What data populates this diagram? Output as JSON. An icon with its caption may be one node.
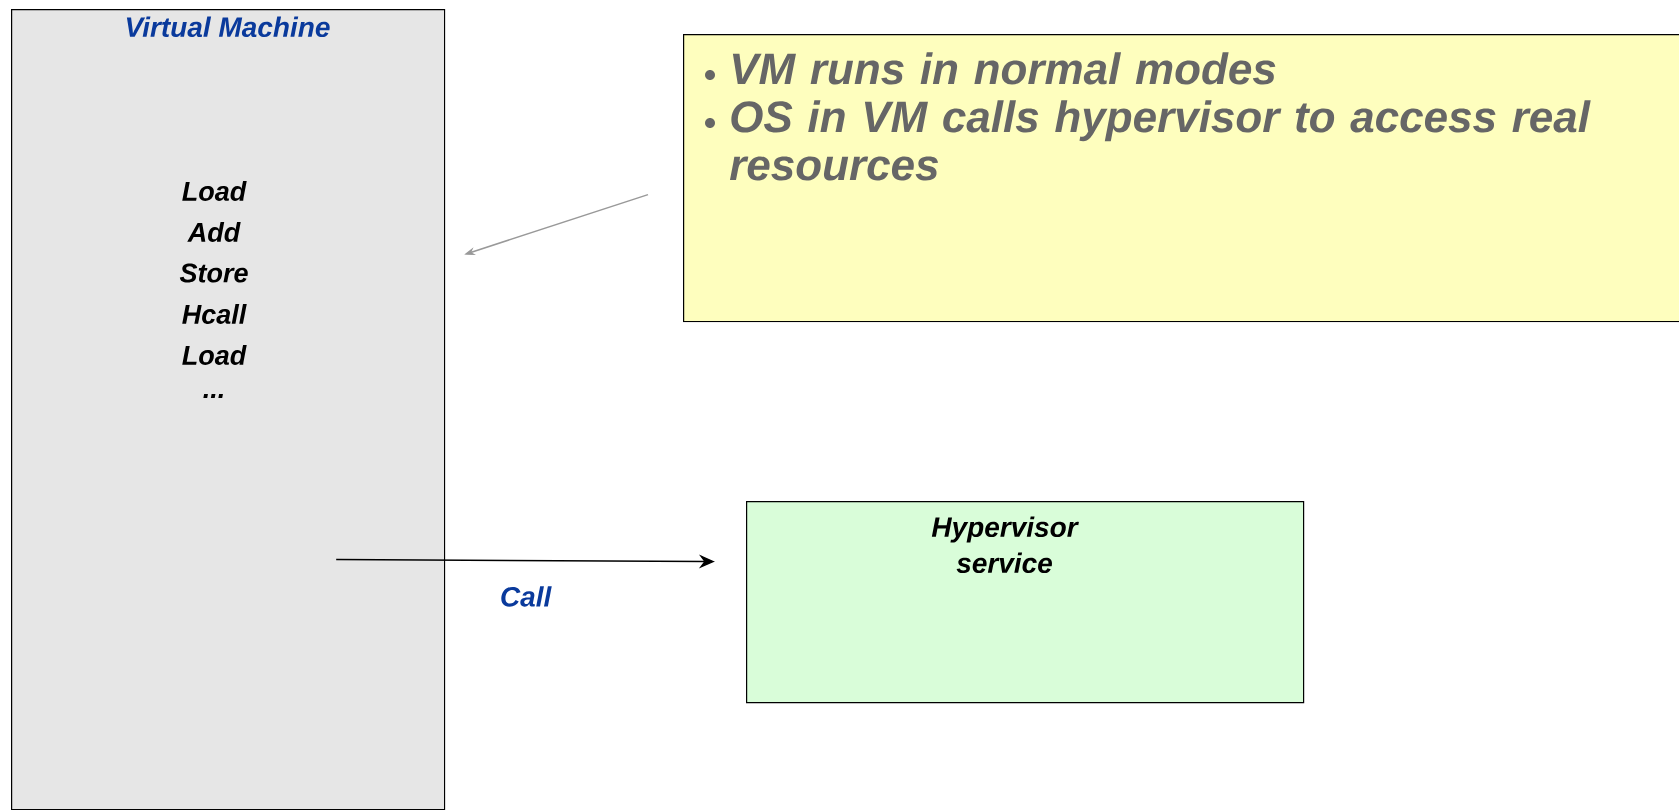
{
  "diagram": {
    "nodes": [
      {
        "text": [
          "Virtual Machine"
        ]
      },
      {
        "text": [
          "VM runs in normal modes",
          "OS in VM calls hypervisor to access real resources"
        ]
      },
      {
        "text": [
          "Hypervisor service"
        ]
      }
    ],
    "edges": [
      {
        "from": 1,
        "to": 0,
        "arrow": "to",
        "color": "#999999"
      },
      {
        "from": 0,
        "to": 2,
        "arrow": "to",
        "label": "Call",
        "color": "#000000"
      }
    ],
    "labels": [
      "Load",
      "Add",
      "Store",
      "Hcall",
      "Load",
      "..."
    ]
  }
}
